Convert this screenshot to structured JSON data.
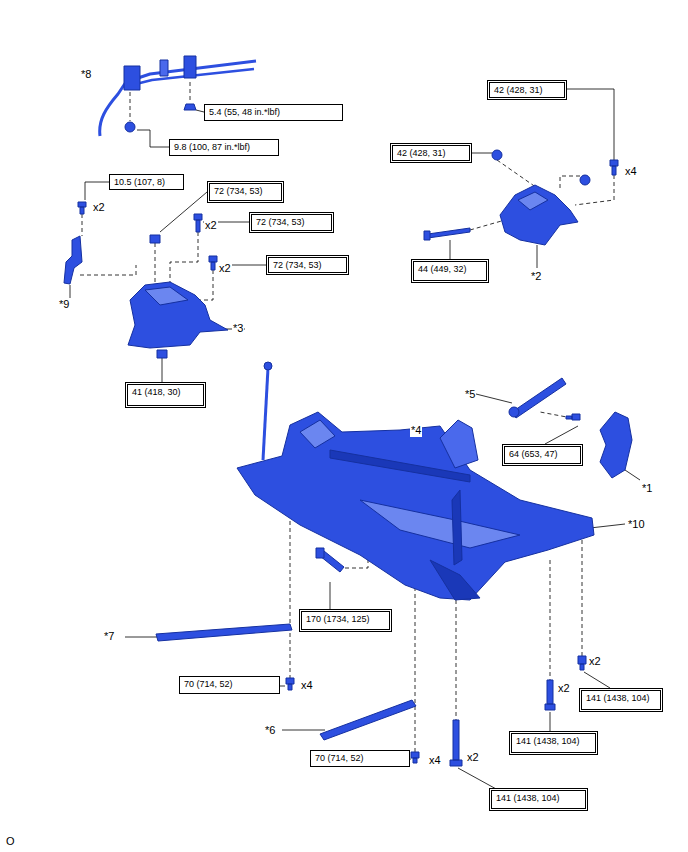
{
  "diagram": {
    "nodes": [
      {
        "text": [
          "42 (428, 31)"
        ]
      },
      {
        "text": [
          "5.4 (55, 48 in.*lbf)"
        ]
      },
      {
        "text": [
          "9.8 (100, 87 in.*lbf)"
        ]
      },
      {
        "text": [
          "42 (428, 31)"
        ]
      },
      {
        "text": [
          "10.5 (107, 8)"
        ]
      },
      {
        "text": [
          "72 (734, 53)"
        ]
      },
      {
        "text": [
          "72 (734, 53)"
        ]
      },
      {
        "text": [
          "72 (734, 53)"
        ]
      },
      {
        "text": [
          "44 (449, 32)"
        ]
      },
      {
        "text": [
          "41 (418, 30)"
        ]
      },
      {
        "text": [
          "64 (653, 47)"
        ]
      },
      {
        "text": [
          "170 (1734, 125)"
        ]
      },
      {
        "text": [
          "70 (714, 52)"
        ]
      },
      {
        "text": [
          "141 (1438, 104)"
        ]
      },
      {
        "text": [
          "141 (1438, 104)"
        ]
      },
      {
        "text": [
          "70 (714, 52)"
        ]
      },
      {
        "text": [
          "141 (1438, 104)"
        ]
      }
    ],
    "labels": [
      "*8",
      "x4",
      "x2",
      "x2",
      "*2",
      "x2",
      "*9",
      "*3",
      "*5",
      "*4",
      "*1",
      "*10",
      "*7",
      "x4",
      "x2",
      "x2",
      "*6",
      "x4",
      "x2",
      "O"
    ]
  }
}
